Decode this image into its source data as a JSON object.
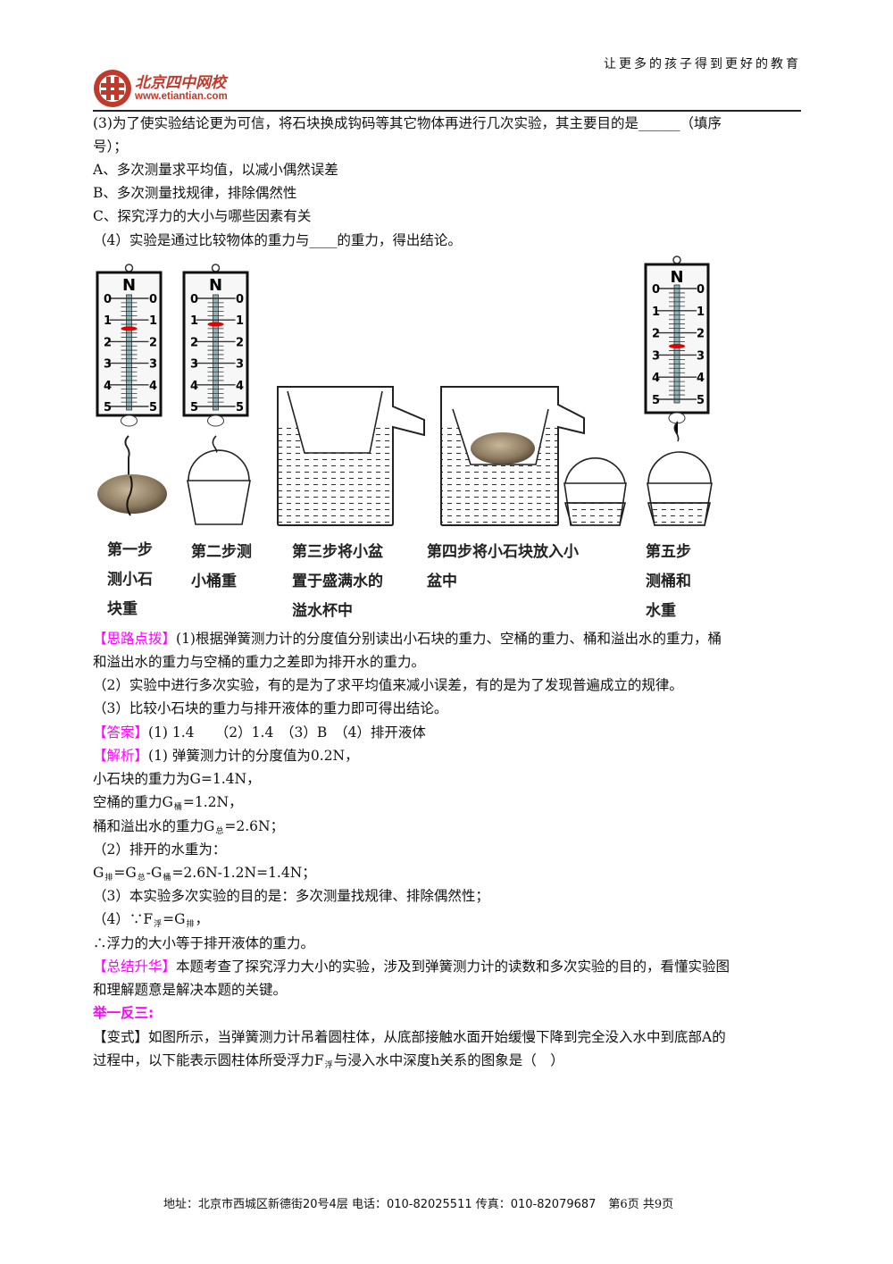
{
  "header": {
    "slogan": "让更多的孩子得到更好的教育",
    "logo_name": "北京四中网校",
    "logo_url": "www.etiantian.com",
    "logo_color": "#c0392b"
  },
  "question": {
    "q3_line1": "(3)为了使实验结论更为可信，将石块换成钩码等其它物体再进行几次实验，其主要目的是______（填序",
    "q3_line2": "号）；",
    "optA": "A、多次测量求平均值，以减小偶然误差",
    "optB": "B、多次测量找规律，排除偶然性",
    "optC": "C、探究浮力的大小与哪些因素有关",
    "q4": "（4）实验是通过比较物体的重力与____的重力，得出结论。"
  },
  "figure": {
    "scale_unit": "N",
    "scale_ticks": [
      "0",
      "1",
      "2",
      "3",
      "4",
      "5"
    ],
    "readings_N": {
      "step1": 1.4,
      "step2": 1.2,
      "step5": 2.6
    },
    "captions": {
      "step1": [
        "第一步",
        "测小石",
        "块重"
      ],
      "step2": [
        "第二步测",
        "小桶重"
      ],
      "step3": [
        "第三步将小盆",
        "置于盛满水的",
        "溢水杯中"
      ],
      "step4": [
        "第四步将小石块放入小",
        "盆中"
      ],
      "step5": [
        "第五步",
        "测桶和",
        "水重"
      ]
    }
  },
  "analysis": {
    "hint_label": "【思路点拨】",
    "hint_1a": "(1)根据弹簧测力计的分度值分别读出小石块的重力、空桶的重力、桶和溢出水的重力，桶",
    "hint_1b": "和溢出水的重力与空桶的重力之差即为排开水的重力。",
    "hint_2": "（2）实验中进行多次实验，有的是为了求平均值来减小误差，有的是为了发现普遍成立的规律。",
    "hint_3": "（3）比较小石块的重力与排开液体的重力即可得出结论。",
    "answer_label": "【答案】",
    "answer": "(1) 1.4　　（2）1.4　（3）B　（4）排开液体",
    "explain_label": "【解析】",
    "explain_1": "(1) 弹簧测力计的分度值为0.2N，",
    "explain_2": "小石块的重力为G=1.4N，",
    "explain_3a": "空桶的重力G",
    "explain_3sub": "桶",
    "explain_3b": "=1.2N，",
    "explain_4a": "桶和溢出水的重力G",
    "explain_4sub": "总",
    "explain_4b": "=2.6N；",
    "explain_5": "（2）排开的水重为：",
    "explain_6": [
      "G",
      "排",
      "=G",
      "总",
      "-G",
      "桶",
      "=2.6N-1.2N=1.4N；"
    ],
    "explain_7": "（3）本实验多次实验的目的是：多次测量找规律、排除偶然性；",
    "explain_8": [
      "（4）∵F",
      "浮",
      "=G",
      "排",
      "，"
    ],
    "explain_9": "∴浮力的大小等于排开液体的重力。",
    "summary_label": "【总结升华】",
    "summary_a": "本题考查了探究浮力大小的实验，涉及到弹簧测力计的读数和多次实验的目的，看懂实验图",
    "summary_b": "和理解题意是解决本题的关键。"
  },
  "practice": {
    "title": "举一反三:",
    "variant_label": "【变式】",
    "text_a": "如图所示，当弹簧测力计吊着圆柱体，从底部接触水面开始缓慢下降到完全没入水中到底部A的",
    "text_b": [
      "过程中，以下能表示圆柱体所受浮力F",
      "浮",
      "与浸入水中深度h关系的图象是（　）"
    ]
  },
  "footer": {
    "address": "地址：北京市西城区新德街20号4层 电话：010-82025511 传真：010-82079687",
    "page": "第6页 共9页"
  },
  "colors": {
    "highlight": "#ff00ff",
    "pointer": "#e00000",
    "scale_tube": "#8fb3b8"
  }
}
